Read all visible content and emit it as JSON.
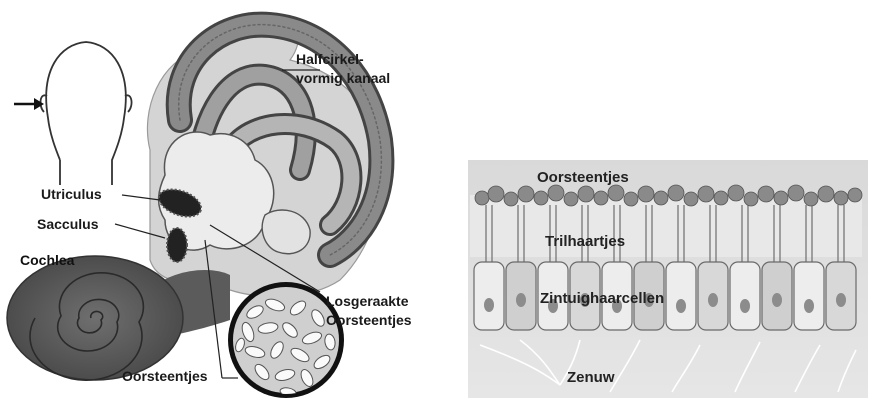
{
  "left_diagram": {
    "labels": {
      "halfcirkel_line1": "Halfcirkel-",
      "halfcirkel_line2": "vormig kanaal",
      "utriculus": "Utriculus",
      "sacculus": "Sacculus",
      "cochlea": "Cochlea",
      "losgeraakte_line1": "Losgeraakte",
      "losgeraakte_line2": "Oorsteentjes",
      "oorsteentjes": "Oorsteentjes"
    }
  },
  "right_diagram": {
    "labels": {
      "oorsteentjes": "Oorsteentjes",
      "trilhaartjes": "Trilhaartjes",
      "zintuighaarcellen": "Zintuighaarcellen",
      "zenuw": "Zenuw"
    }
  }
}
